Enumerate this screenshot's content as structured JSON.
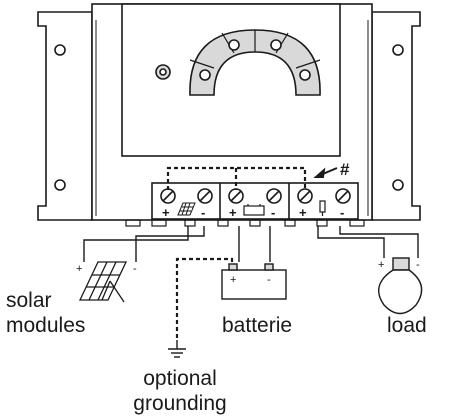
{
  "labels": {
    "solar_line1": "solar",
    "solar_line2": "modules",
    "battery": "batterie",
    "load": "load",
    "ground_line1": "optional",
    "ground_line2": "grounding",
    "hash_mark": "#"
  },
  "terminal_signs": {
    "solar_plus": "+",
    "solar_minus": "-",
    "battery_plus": "+",
    "battery_minus": "-",
    "load_plus": "+",
    "load_minus": "-"
  },
  "device_signs": {
    "panel_plus": "+",
    "panel_minus": "-",
    "battery_plus": "+",
    "battery_minus": "-",
    "bulb_plus": "+",
    "bulb_minus": "-"
  },
  "colors": {
    "ink": "#1a1a1a",
    "housing_fill": "#ffffff",
    "terminal_shade": "#d9d9d9"
  }
}
